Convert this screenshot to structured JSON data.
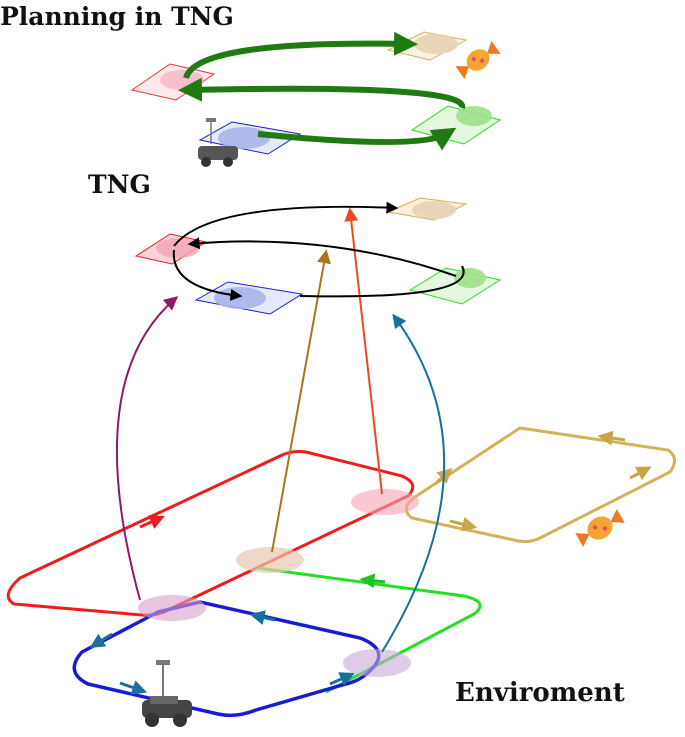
{
  "labels": {
    "planning": "Planning in TNG",
    "tng": "TNG",
    "environment": "Enviroment"
  },
  "colors": {
    "red_loop": "#ee1c1c",
    "blue_loop": "#1a1ad6",
    "green_loop": "#22e022",
    "gold_loop": "#d4b25a",
    "plan_arrow": "#1f7a12",
    "tng_arrow": "#000000",
    "link_purple": "#8e1a66",
    "link_brown": "#a8761a",
    "link_orange": "#f0481e",
    "link_teal": "#1a6f9c",
    "node_pink": "#f2a4b4",
    "node_beige": "#e9d2b4",
    "node_blue": "#aab4ea",
    "node_green": "#9de08a"
  },
  "icons": [
    "robot-icon",
    "candy-icon"
  ]
}
